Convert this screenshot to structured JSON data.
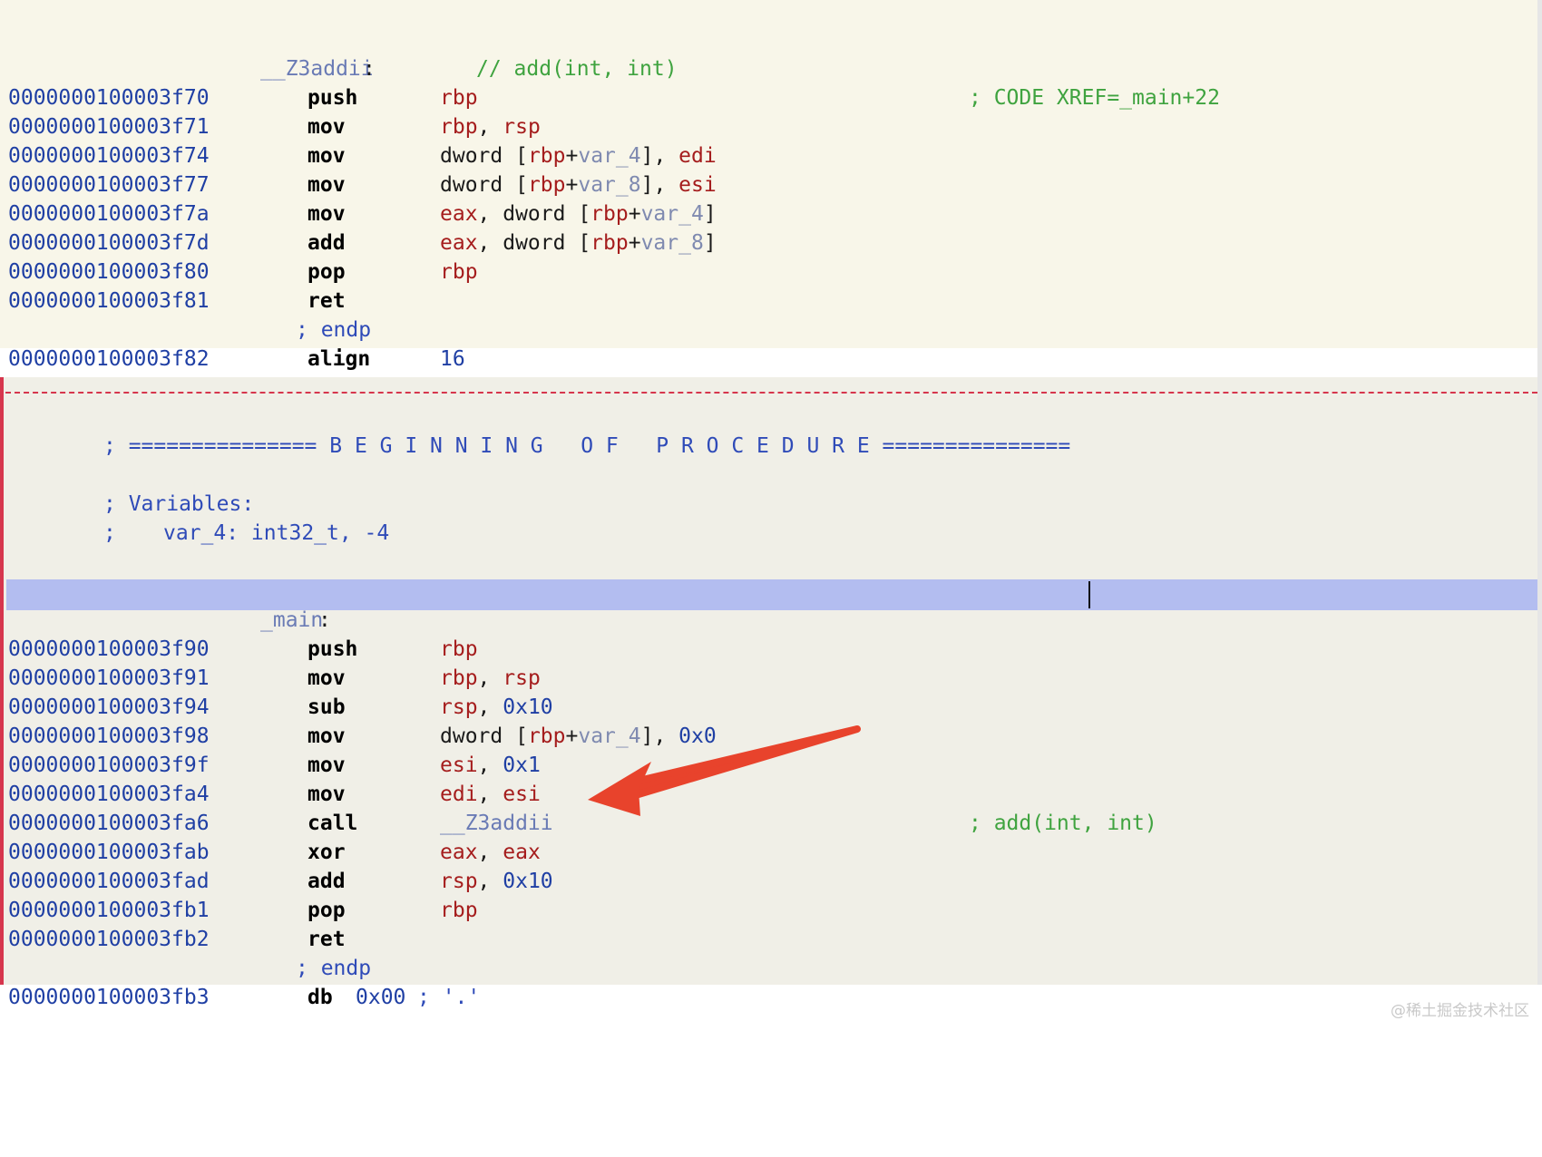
{
  "proc1": {
    "label": "__Z3addii",
    "label_colon": ":",
    "signature": "// add(int, int)",
    "lines": [
      {
        "addr": "0000000100003f70",
        "mnem": "push",
        "ops": [
          {
            "t": "rbp",
            "c": "reg"
          }
        ],
        "comment": "; CODE XREF=_main+22"
      },
      {
        "addr": "0000000100003f71",
        "mnem": "mov",
        "ops": [
          {
            "t": "rbp",
            "c": "reg"
          },
          {
            "t": ", ",
            "c": "plain"
          },
          {
            "t": "rsp",
            "c": "reg"
          }
        ]
      },
      {
        "addr": "0000000100003f74",
        "mnem": "mov",
        "ops": [
          {
            "t": "dword [",
            "c": "plain"
          },
          {
            "t": "rbp",
            "c": "reg"
          },
          {
            "t": "+",
            "c": "plain"
          },
          {
            "t": "var_4",
            "c": "var"
          },
          {
            "t": "], ",
            "c": "plain"
          },
          {
            "t": "edi",
            "c": "reg"
          }
        ]
      },
      {
        "addr": "0000000100003f77",
        "mnem": "mov",
        "ops": [
          {
            "t": "dword [",
            "c": "plain"
          },
          {
            "t": "rbp",
            "c": "reg"
          },
          {
            "t": "+",
            "c": "plain"
          },
          {
            "t": "var_8",
            "c": "var"
          },
          {
            "t": "], ",
            "c": "plain"
          },
          {
            "t": "esi",
            "c": "reg"
          }
        ]
      },
      {
        "addr": "0000000100003f7a",
        "mnem": "mov",
        "ops": [
          {
            "t": "eax",
            "c": "reg"
          },
          {
            "t": ", dword [",
            "c": "plain"
          },
          {
            "t": "rbp",
            "c": "reg"
          },
          {
            "t": "+",
            "c": "plain"
          },
          {
            "t": "var_4",
            "c": "var"
          },
          {
            "t": "]",
            "c": "plain"
          }
        ]
      },
      {
        "addr": "0000000100003f7d",
        "mnem": "add",
        "ops": [
          {
            "t": "eax",
            "c": "reg"
          },
          {
            "t": ", dword [",
            "c": "plain"
          },
          {
            "t": "rbp",
            "c": "reg"
          },
          {
            "t": "+",
            "c": "plain"
          },
          {
            "t": "var_8",
            "c": "var"
          },
          {
            "t": "]",
            "c": "plain"
          }
        ]
      },
      {
        "addr": "0000000100003f80",
        "mnem": "pop",
        "ops": [
          {
            "t": "rbp",
            "c": "reg"
          }
        ]
      },
      {
        "addr": "0000000100003f81",
        "mnem": "ret",
        "ops": []
      }
    ],
    "endp": "; endp",
    "align_line": {
      "addr": "0000000100003f82",
      "mnem": "align",
      "ops": [
        {
          "t": "16",
          "c": "num"
        }
      ]
    }
  },
  "proc2_header": {
    "banner": "; =============== B E G I N N I N G   O F   P R O C E D U R E ===============",
    "variables_label": "; Variables:",
    "variable_prefix": ";",
    "variable_entry": "var_4: int32_t, -4"
  },
  "proc2": {
    "label": "_main",
    "label_colon": ":",
    "lines": [
      {
        "addr": "0000000100003f90",
        "mnem": "push",
        "ops": [
          {
            "t": "rbp",
            "c": "reg"
          }
        ]
      },
      {
        "addr": "0000000100003f91",
        "mnem": "mov",
        "ops": [
          {
            "t": "rbp",
            "c": "reg"
          },
          {
            "t": ", ",
            "c": "plain"
          },
          {
            "t": "rsp",
            "c": "reg"
          }
        ]
      },
      {
        "addr": "0000000100003f94",
        "mnem": "sub",
        "ops": [
          {
            "t": "rsp",
            "c": "reg"
          },
          {
            "t": ", ",
            "c": "plain"
          },
          {
            "t": "0x10",
            "c": "num"
          }
        ]
      },
      {
        "addr": "0000000100003f98",
        "mnem": "mov",
        "ops": [
          {
            "t": "dword [",
            "c": "plain"
          },
          {
            "t": "rbp",
            "c": "reg"
          },
          {
            "t": "+",
            "c": "plain"
          },
          {
            "t": "var_4",
            "c": "var"
          },
          {
            "t": "], ",
            "c": "plain"
          },
          {
            "t": "0x0",
            "c": "num"
          }
        ]
      },
      {
        "addr": "0000000100003f9f",
        "mnem": "mov",
        "ops": [
          {
            "t": "esi",
            "c": "reg"
          },
          {
            "t": ", ",
            "c": "plain"
          },
          {
            "t": "0x1",
            "c": "num"
          }
        ]
      },
      {
        "addr": "0000000100003fa4",
        "mnem": "mov",
        "ops": [
          {
            "t": "edi",
            "c": "reg"
          },
          {
            "t": ", ",
            "c": "plain"
          },
          {
            "t": "esi",
            "c": "reg"
          }
        ]
      },
      {
        "addr": "0000000100003fa6",
        "mnem": "call",
        "ops": [
          {
            "t": "__Z3addii",
            "c": "sym"
          }
        ],
        "comment": "; add(int, int)"
      },
      {
        "addr": "0000000100003fab",
        "mnem": "xor",
        "ops": [
          {
            "t": "eax",
            "c": "reg"
          },
          {
            "t": ", ",
            "c": "plain"
          },
          {
            "t": "eax",
            "c": "reg"
          }
        ]
      },
      {
        "addr": "0000000100003fad",
        "mnem": "add",
        "ops": [
          {
            "t": "rsp",
            "c": "reg"
          },
          {
            "t": ", ",
            "c": "plain"
          },
          {
            "t": "0x10",
            "c": "num"
          }
        ]
      },
      {
        "addr": "0000000100003fb1",
        "mnem": "pop",
        "ops": [
          {
            "t": "rbp",
            "c": "reg"
          }
        ]
      },
      {
        "addr": "0000000100003fb2",
        "mnem": "ret",
        "ops": []
      }
    ],
    "endp": "; endp",
    "db_line": {
      "addr": "0000000100003fb3",
      "mnem": "db",
      "operand": "0x00",
      "comment": "; '.'"
    }
  },
  "watermark": "@稀土掘金技术社区",
  "colors": {
    "pane_bg_top": "#f8f6e9",
    "pane_bg_bottom": "#f0efe7",
    "highlight_row": "#b3bdf0",
    "address": "#1f3fa4",
    "register": "#a51d1d",
    "comment": "#3fa33f",
    "separator": "#d6364d",
    "arrow": "#e8432c"
  }
}
